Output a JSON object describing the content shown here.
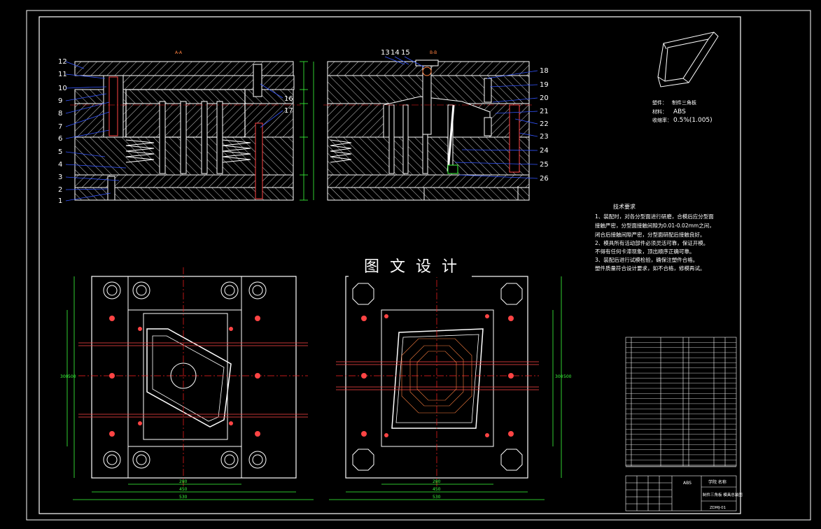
{
  "watermark": "图 文 设 计",
  "section_labels": [
    "A-A",
    "B-B"
  ],
  "part_numbers_left": [
    "12",
    "11",
    "10",
    "9",
    "8",
    "7",
    "6",
    "5",
    "4",
    "3",
    "2",
    "1"
  ],
  "part_numbers_top": [
    "13",
    "14",
    "15"
  ],
  "part_numbers_right_16_17": [
    "16",
    "17"
  ],
  "part_numbers_right": [
    "18",
    "19",
    "20",
    "21",
    "22",
    "23",
    "24",
    "25",
    "26"
  ],
  "part_info": {
    "name_label": "塑件：",
    "name_value": "制件三角板",
    "material_label": "材料：",
    "material_value": "ABS",
    "shrink_label": "收缩率：",
    "shrink_value": "0.5%(1.005)"
  },
  "tech_requirements": {
    "title": "技术要求",
    "items": [
      "1、装配时，对各分型面进行研磨，合模后应分型面",
      "接触严密，分型面接触间隙为0.01-0.02mm之间，",
      "闭合后接触间隙严密，分型面研配后接触良好。",
      "2、模具所有活动部件必须灵活可靠，保证开模。",
      "不得有任何卡滞现象，顶出顺序正确可靠。",
      "3、装配后进行试模检验，确保注塑件合格。",
      "塑件质量符合设计要求，如不合格，修模再试。"
    ]
  },
  "plan_dims": {
    "left": {
      "bottom": [
        "280",
        "450",
        "530"
      ],
      "side": [
        "300",
        "500"
      ]
    },
    "right": {
      "bottom": [
        "280",
        "450",
        "530"
      ],
      "side": [
        "300",
        "500"
      ]
    }
  },
  "title_block": {
    "material": "ABS",
    "school": "学院 名称",
    "drawing_name": "制件三角板 模具总装图",
    "drawing_no": "ZDMJ-01"
  },
  "colors": {
    "background": "#000000",
    "line": "#ffffff",
    "hatch": "#ffffff",
    "leader": "#3355ff",
    "center": "#ff2020",
    "dimension": "#3cff3c",
    "pin": "#ff4444",
    "accent": "#ff8040"
  }
}
